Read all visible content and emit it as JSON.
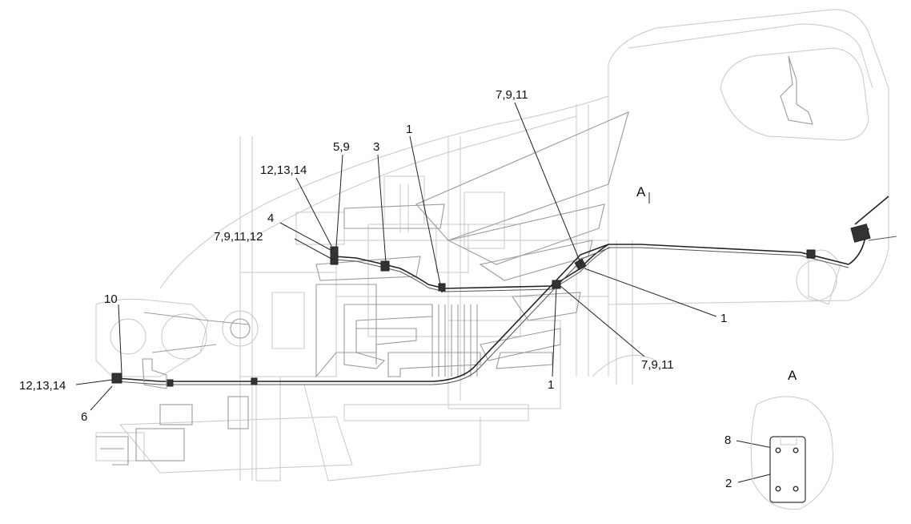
{
  "callouts": {
    "c_5_9": "5,9",
    "c_3": "3",
    "c_1_top": "1",
    "c_12_13_14_top": "12,13,14",
    "c_4": "4",
    "c_7_9_11_12": "7,9,11,12",
    "c_7_9_11_top": "7,9,11",
    "c_1_right": "1",
    "c_7_9_11_bottom": "7,9,11",
    "c_1_bottom": "1",
    "c_10": "10",
    "c_12_13_14_left": "12,13,14",
    "c_6": "6",
    "c_8": "8",
    "c_2": "2"
  },
  "view": {
    "marker_letter": "A",
    "detail_title": "A"
  }
}
